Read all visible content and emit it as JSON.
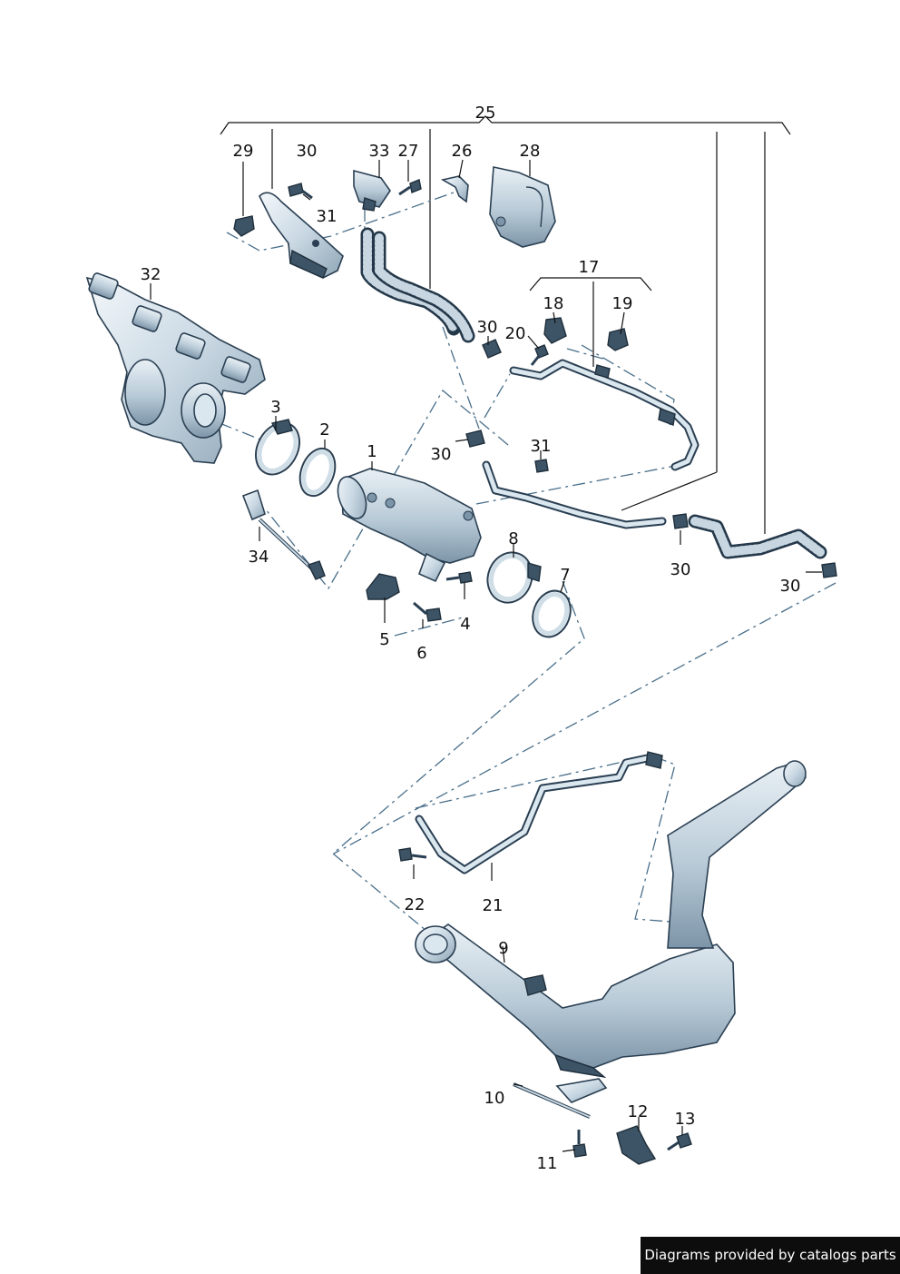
{
  "part_labels": {
    "p1": "1",
    "p2": "2",
    "p3": "3",
    "p4": "4",
    "p5": "5",
    "p6": "6",
    "p7": "7",
    "p8": "8",
    "p9": "9",
    "p10": "10",
    "p11": "11",
    "p12": "12",
    "p13": "13",
    "p17": "17",
    "p18": "18",
    "p19": "19",
    "p20": "20",
    "p21": "21",
    "p22": "22",
    "p25": "25",
    "p26": "26",
    "p27": "27",
    "p28": "28",
    "p29": "29",
    "p30": "30",
    "p31": "31",
    "p32": "32",
    "p33": "33",
    "p34": "34"
  },
  "footer": {
    "credit": "Diagrams provided by catalogs parts"
  }
}
